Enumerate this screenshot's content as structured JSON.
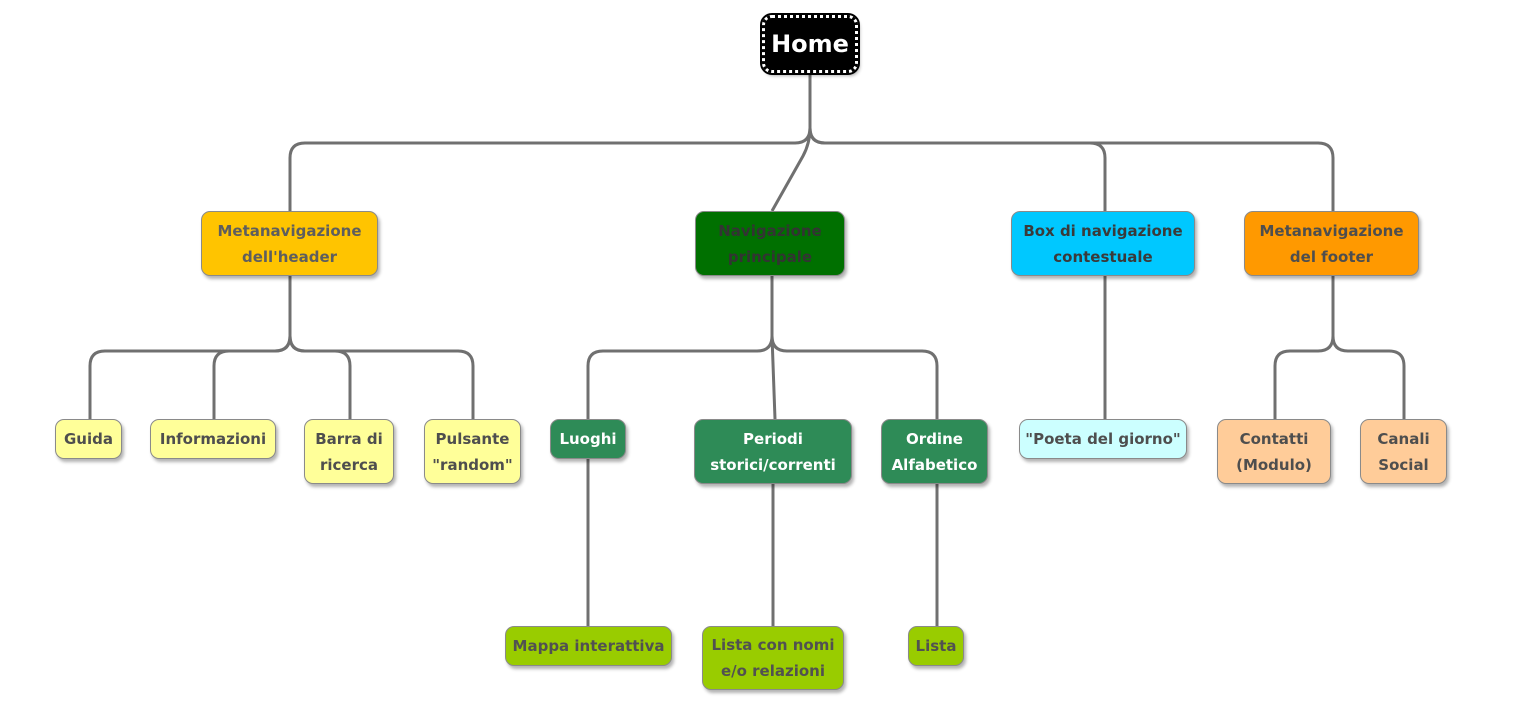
{
  "diagram": {
    "nodes": {
      "home": "Home",
      "meta_header": "Metanavigazione\ndell'header",
      "nav_principale": "Navigazione\nprincipale",
      "box_contestuale": "Box di navigazione\ncontestuale",
      "meta_footer": "Metanavigazione\ndel footer",
      "guida": "Guida",
      "informazioni": "Informazioni",
      "barra_ricerca": "Barra di\nricerca",
      "pulsante_random": "Pulsante\n\"random\"",
      "luoghi": "Luoghi",
      "periodi": "Periodi\nstorici/correnti",
      "ordine_alfabetico": "Ordine\nAlfabetico",
      "poeta_giorno": "\"Poeta del giorno\"",
      "contatti": "Contatti\n(Modulo)",
      "canali_social": "Canali\nSocial",
      "mappa": "Mappa interattiva",
      "lista_nomi": "Lista con nomi\ne/o relazioni",
      "lista": "Lista"
    },
    "colors": {
      "root": "#000000",
      "meta_header": "#ffc400",
      "meta_header_children": "#ffff99",
      "nav_principale": "#007000",
      "nav_children": "#2e8b57",
      "leaf_green": "#99cc00",
      "box_contestuale": "#00c8ff",
      "box_children": "#ccffff",
      "meta_footer": "#ff9900",
      "meta_footer_children": "#ffcc99",
      "connector": "#707070"
    }
  }
}
